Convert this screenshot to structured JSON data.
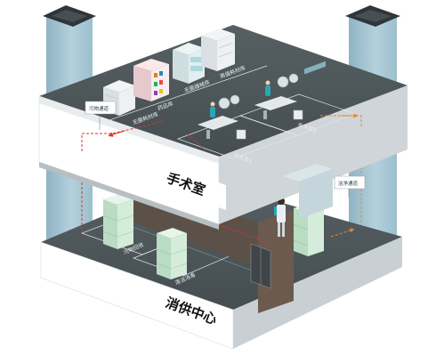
{
  "floors": {
    "upper": {
      "name": "手术室",
      "zones": {
        "sterile_supply": "无菌耗材库",
        "drug": "药品库",
        "sterile_instrument": "无菌器械库",
        "high_value": "高值耗材库",
        "or1": "手术室1",
        "or2": "手术室2"
      },
      "tags": {
        "dirty": "污物通道",
        "clean": "洁净通道"
      }
    },
    "lower": {
      "name": "消供中心",
      "zones": {
        "dirty_recovery": "污物回收",
        "sterile_dispatch": "清洁消毒"
      }
    }
  },
  "colors": {
    "floor": "#4d5658",
    "slab_front": "#ffffff",
    "slab_side": "#cfd5d8",
    "pillar": "#9fc1cf",
    "pillar_cap": "#2f3538",
    "cart": "#cfe8d6",
    "flow_red": "#d9342b",
    "flow_orange": "#e88a26"
  }
}
